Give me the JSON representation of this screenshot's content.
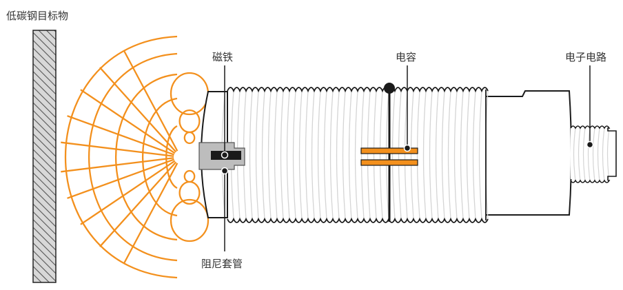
{
  "labels": {
    "target": "低碳钢目标物",
    "magnet": "磁铁",
    "capacitor": "电容",
    "circuit": "电子电路",
    "damping_sleeve": "阻尼套管"
  },
  "colors": {
    "field": "#f3901d",
    "outline": "#1a1a1a",
    "hatch": "#555555",
    "sleeve": "#bdbdbd"
  }
}
